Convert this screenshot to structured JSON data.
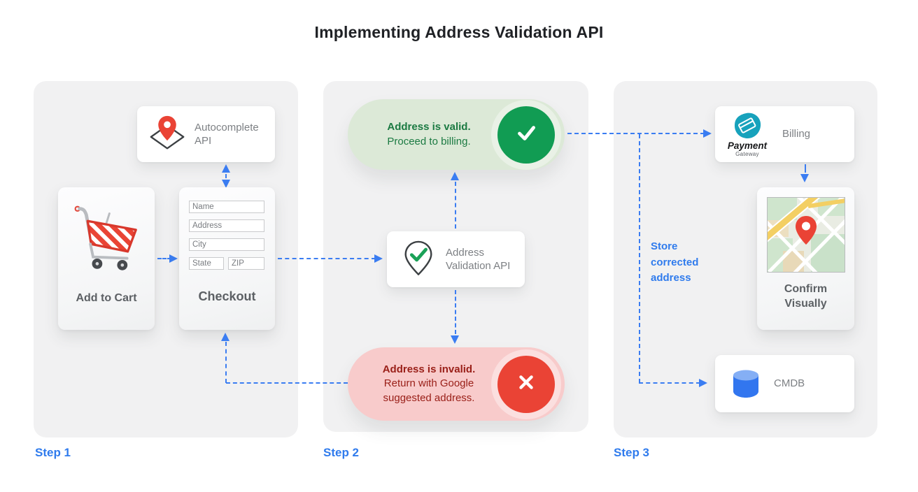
{
  "title": "Implementing Address Validation API",
  "colors": {
    "accent_blue": "#2f7bed",
    "connector_blue": "#3b7df2",
    "panel_gray": "#f1f1f2",
    "valid_green": "#119c53",
    "valid_green_bg": "#dce9d7",
    "valid_green_text": "#1b7a42",
    "invalid_red": "#ea4335",
    "invalid_red_bg": "#f8cbcb",
    "invalid_red_text": "#9a2019"
  },
  "steps": {
    "step1": "Step 1",
    "step2": "Step 2",
    "step3": "Step 3"
  },
  "step1": {
    "autocomplete": {
      "label": "Autocomplete API"
    },
    "add_to_cart": {
      "label": "Add to Cart"
    },
    "checkout": {
      "label": "Checkout",
      "fields": {
        "name": "Name",
        "address": "Address",
        "city": "City",
        "state": "State",
        "zip": "ZIP"
      }
    }
  },
  "step2": {
    "valid": {
      "title": "Address is valid.",
      "subtitle": "Proceed to billing."
    },
    "validation_api": {
      "label": "Address Validation API"
    },
    "invalid": {
      "title": "Address is invalid.",
      "subtitle": "Return with Google suggested address."
    }
  },
  "step3": {
    "billing": {
      "label": "Billing",
      "logo_title": "Payment",
      "logo_subtitle": "Gateway"
    },
    "confirm": {
      "label": "Confirm Visually"
    },
    "cmdb": {
      "label": "CMDB"
    },
    "note": "Store corrected address"
  }
}
